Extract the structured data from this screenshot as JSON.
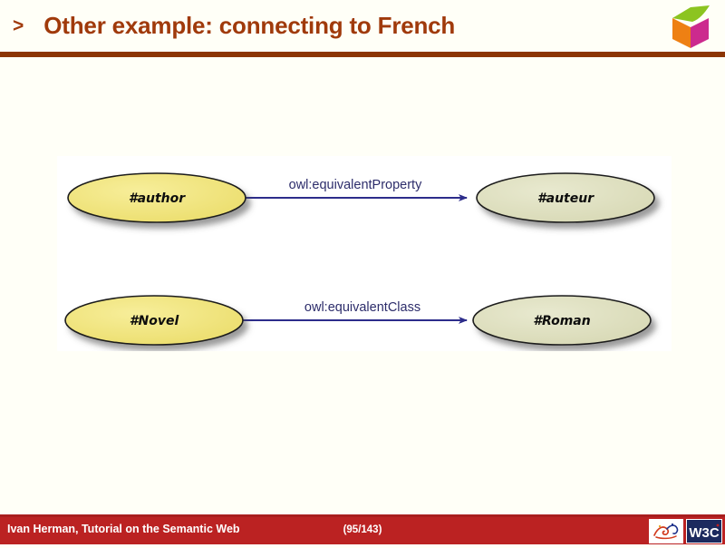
{
  "header": {
    "bullet": ">",
    "title": "Other example: connecting to French",
    "logo_icon": "w3c-cube-logo",
    "rule_color": "#8c3505",
    "title_color": "#a03a0b"
  },
  "diagram": {
    "background_color": "#ffffff",
    "source_node_color": "#f0e680",
    "target_node_color": "#dfe0c0",
    "node_stroke_color": "#1a1a1a",
    "edge_color": "#2d2d8b",
    "edge_label_color": "#2d2d6b",
    "rows": [
      {
        "source": "#author",
        "target": "#auteur",
        "edge_label": "owl:equivalentProperty"
      },
      {
        "source": "#Novel",
        "target": "#Roman",
        "edge_label": "owl:equivalentClass"
      }
    ]
  },
  "footer": {
    "author": "Ivan Herman, Tutorial on the Semantic Web",
    "pager": "(95/143)",
    "background_color": "#bb2222",
    "text_color": "#ffffff",
    "logos": [
      {
        "name": "arabic-calligraphy-logo",
        "label": ""
      },
      {
        "name": "w3c-logo",
        "label": "W3C"
      }
    ]
  }
}
